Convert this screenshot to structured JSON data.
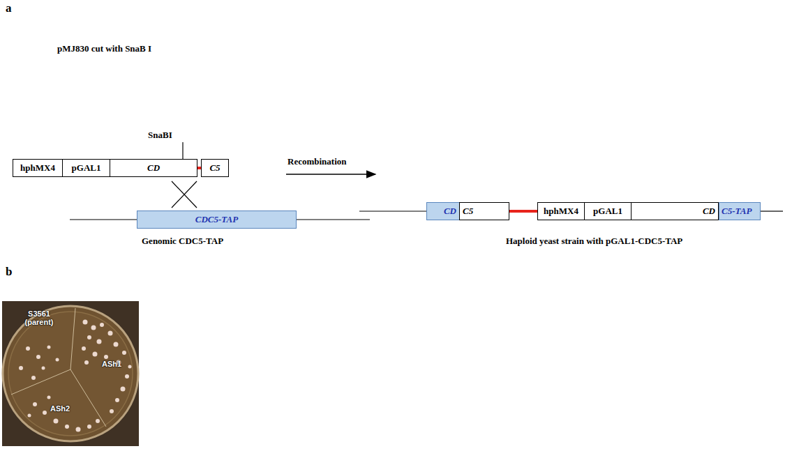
{
  "diagram": {
    "nodes": [
      {
        "text": [
          "hphMX4"
        ]
      },
      {
        "text": [
          "pGAL1"
        ]
      },
      {
        "text": [
          "CD"
        ]
      },
      {
        "text": [
          "C5"
        ]
      },
      {
        "text": [
          "CDC5-TAP"
        ]
      },
      {
        "text": [
          "CD"
        ]
      },
      {
        "text": [
          "C5"
        ]
      },
      {
        "text": [
          "hphMX4"
        ]
      },
      {
        "text": [
          "pGAL1"
        ]
      },
      {
        "text": [
          "CD"
        ]
      },
      {
        "text": [
          "C5-TAP"
        ]
      }
    ],
    "edges": [
      {
        "from": 0,
        "to": 3,
        "arrow": "none"
      },
      {
        "from": 6,
        "to": 7,
        "arrow": "none"
      }
    ],
    "labels": [
      "a",
      "pMJ830 cut with SnaB I",
      "SnaBI",
      "Recombination",
      "Genomic CDC5-TAP",
      "Haploid yeast strain with pGAL1-CDC5-TAP",
      "b",
      "S3561 (parent)",
      "ASh1",
      "ASh2"
    ]
  }
}
